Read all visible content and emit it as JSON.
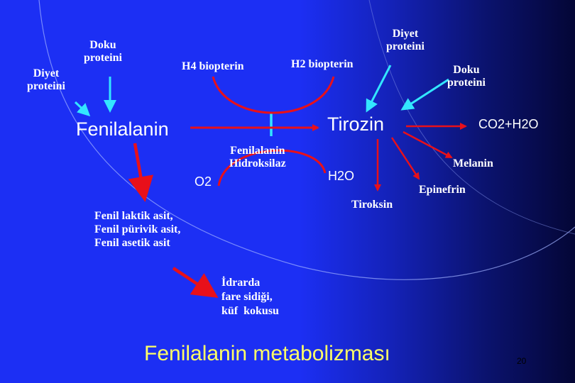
{
  "colors": {
    "background": "#1c2ff4",
    "dark_edge": "#040636",
    "arrow_red": "#e8101a",
    "arrow_cyan": "#33e6ff",
    "title_yellow": "#ffff66",
    "text": "#ffffff"
  },
  "nodes": {
    "doku_proteini_left": "Doku\nproteini",
    "diyet_proteini_left": "Diyet\nproteini",
    "h4_biopterin": "H4 biopterin",
    "h2_biopterin": "H2 biopterin",
    "diyet_proteini_top": "Diyet\nproteini",
    "doku_proteini_right": "Doku\nproteini",
    "fenilalanin": "Fenilalanin",
    "tirozin": "Tirozin",
    "co2_h2o": "CO2+H2O",
    "enzyme": "Fenilalanin\nHidroksilaz",
    "o2": "O2",
    "h2o": "H2O",
    "melanin": "Melanin",
    "epinefrin": "Epinefrin",
    "tiroksin": "Tiroksin",
    "acids": "Fenil laktik asit,\nFenil pürivik asit,\nFenil asetik asit",
    "urine": "İdrarda\nfare sidiği,\nküf  kokusu"
  },
  "title": "Fenilalanin metabolizması",
  "page_number": "20"
}
